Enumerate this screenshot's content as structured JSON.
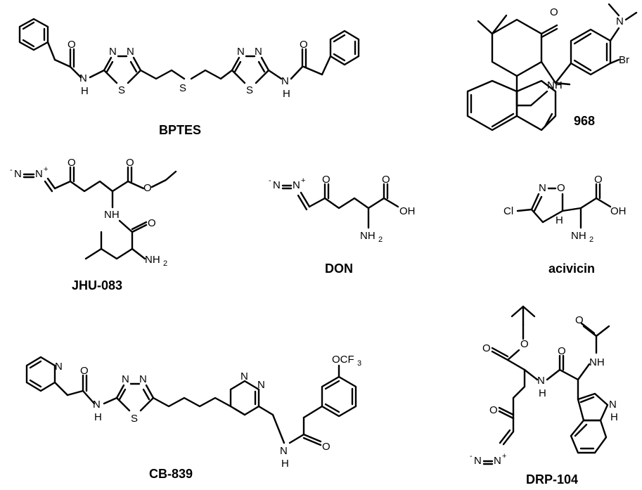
{
  "compounds": [
    {
      "name": "BPTES"
    },
    {
      "name": "968"
    },
    {
      "name": "JHU-083"
    },
    {
      "name": "DON"
    },
    {
      "name": "acivicin"
    },
    {
      "name": "CB-839"
    },
    {
      "name": "DRP-104"
    }
  ],
  "atoms": {
    "O": "O",
    "N": "N",
    "S": "S",
    "H": "H",
    "NH": "NH",
    "Br": "Br",
    "Cl": "Cl",
    "OH": "OH",
    "NH2": "NH",
    "sub2": "2",
    "Nplus": "N",
    "plus": "+",
    "Nminus": "N",
    "minus": "-",
    "OCF": "OCF",
    "sub3": "3"
  },
  "colors": {
    "ink": "#000000",
    "background": "#ffffff"
  }
}
